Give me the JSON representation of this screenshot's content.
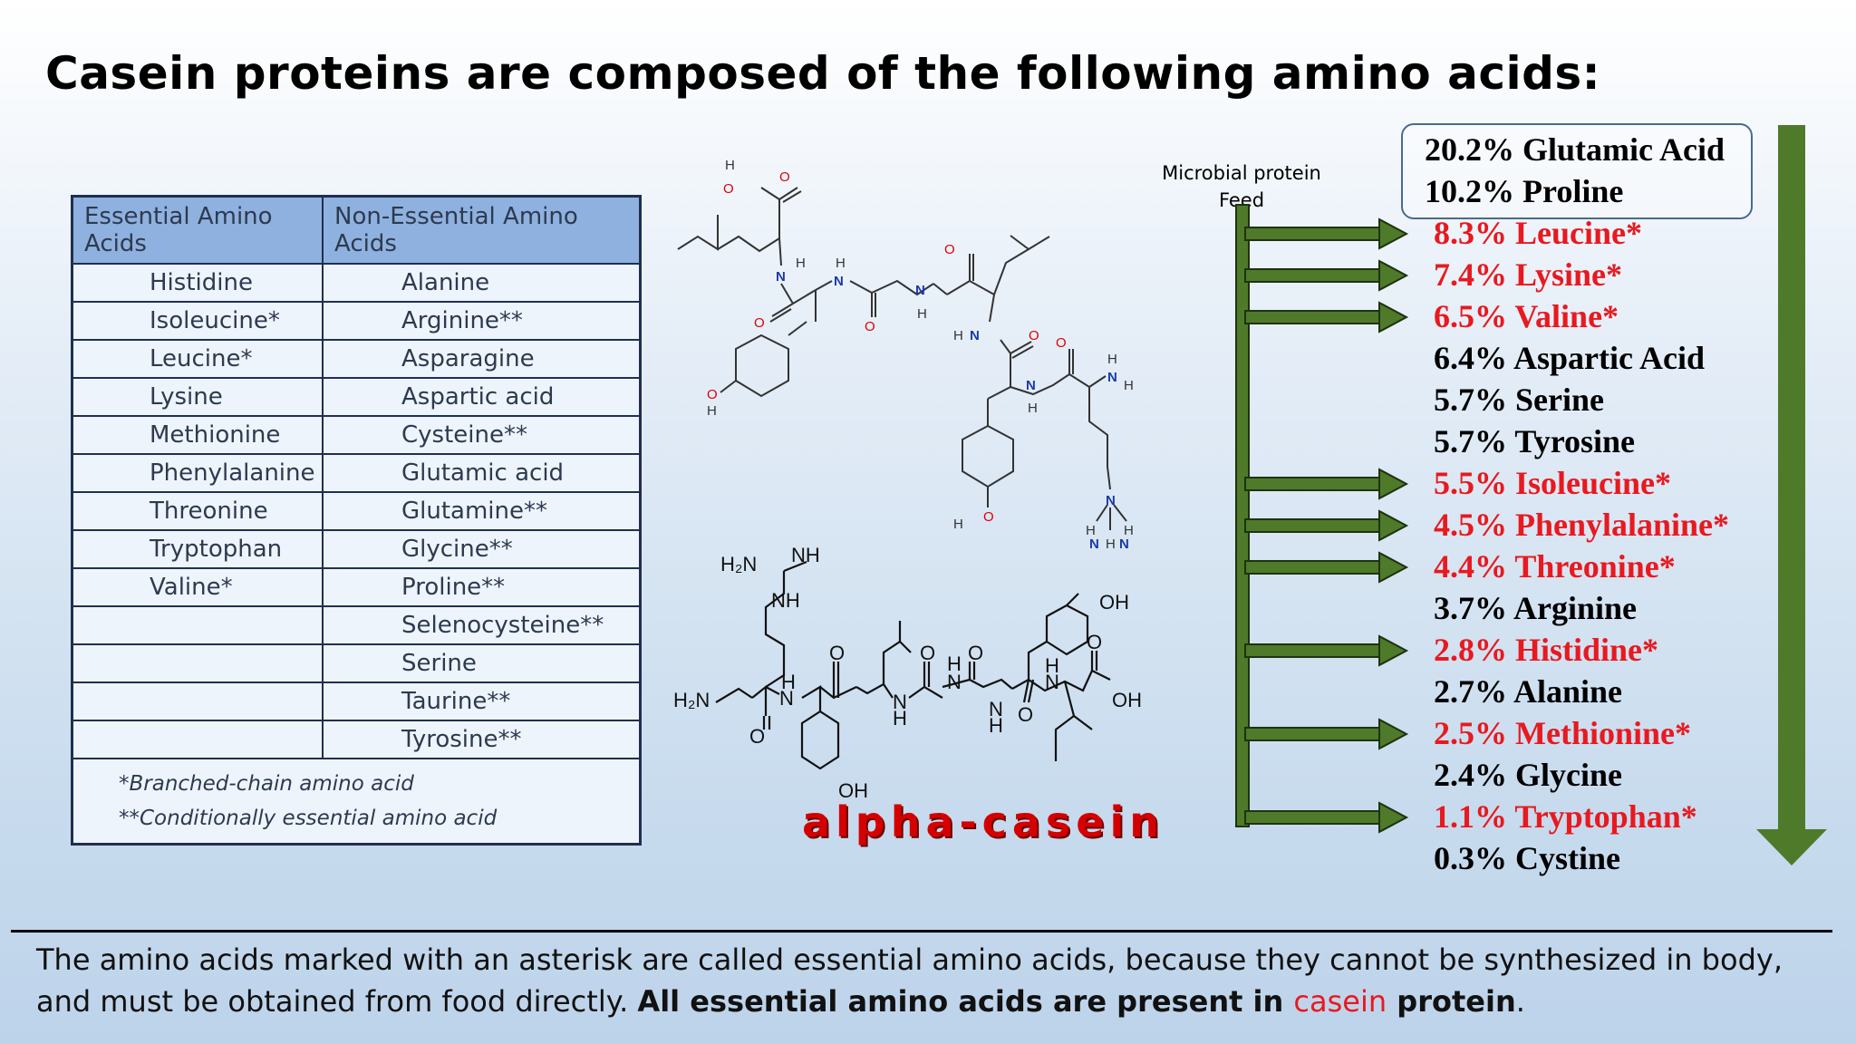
{
  "title": "Casein proteins are composed of the following amino acids:",
  "table": {
    "headers": [
      "Essential Amino Acids",
      "Non-Essential Amino Acids"
    ],
    "rows": [
      [
        "Histidine",
        "Alanine"
      ],
      [
        "Isoleucine*",
        "Arginine**"
      ],
      [
        "Leucine*",
        "Asparagine"
      ],
      [
        "Lysine",
        "Aspartic acid"
      ],
      [
        "Methionine",
        "Cysteine**"
      ],
      [
        "Phenylalanine",
        "Glutamic acid"
      ],
      [
        "Threonine",
        "Glutamine**"
      ],
      [
        "Tryptophan",
        "Glycine**"
      ],
      [
        "Valine*",
        "Proline**"
      ],
      [
        "",
        "Selenocysteine**"
      ],
      [
        "",
        "Serine"
      ],
      [
        "",
        "Taurine**"
      ],
      [
        "",
        "Tyrosine**"
      ]
    ],
    "notes": [
      "*Branched-chain amino acid",
      "**Conditionally essential amino acid"
    ]
  },
  "molecule_label": "alpha-casein",
  "flow": {
    "label_line1": "Microbial protein",
    "label_line2": "Feed",
    "items": [
      {
        "text": "20.2% Glutamic Acid",
        "color": "#000000"
      },
      {
        "text": "10.2% Proline",
        "color": "#000000"
      },
      {
        "text": "8.3% Leucine*",
        "color": "#e8191f"
      },
      {
        "text": "7.4% Lysine*",
        "color": "#e8191f"
      },
      {
        "text": "6.5% Valine*",
        "color": "#e8191f"
      },
      {
        "text": "6.4% Aspartic Acid",
        "color": "#000000"
      },
      {
        "text": "5.7% Serine",
        "color": "#000000"
      },
      {
        "text": "5.7% Tyrosine",
        "color": "#000000"
      },
      {
        "text": "5.5% Isoleucine*",
        "color": "#e8191f"
      },
      {
        "text": "4.5% Phenylalanine*",
        "color": "#e8191f"
      },
      {
        "text": "4.4% Threonine*",
        "color": "#e8191f"
      },
      {
        "text": "3.7% Arginine",
        "color": "#000000"
      },
      {
        "text": "2.8% Histidine*",
        "color": "#e8191f"
      },
      {
        "text": "2.7% Alanine",
        "color": "#000000"
      },
      {
        "text": "2.5% Methionine*",
        "color": "#e8191f"
      },
      {
        "text": "2.4% Glycine",
        "color": "#000000"
      },
      {
        "text": "1.1% Tryptophan*",
        "color": "#e8191f"
      },
      {
        "text": "0.3% Cystine",
        "color": "#000000"
      }
    ],
    "arrow_color": "#4e7a2a"
  },
  "footer": {
    "part1": "The amino acids marked with an asterisk are called essential amino acids, because they cannot be synthesized in body, and must be obtained from food directly. ",
    "bold1": "All essential amino acids are present in ",
    "casein": "casein",
    "bold2": " protein",
    "end": "."
  }
}
